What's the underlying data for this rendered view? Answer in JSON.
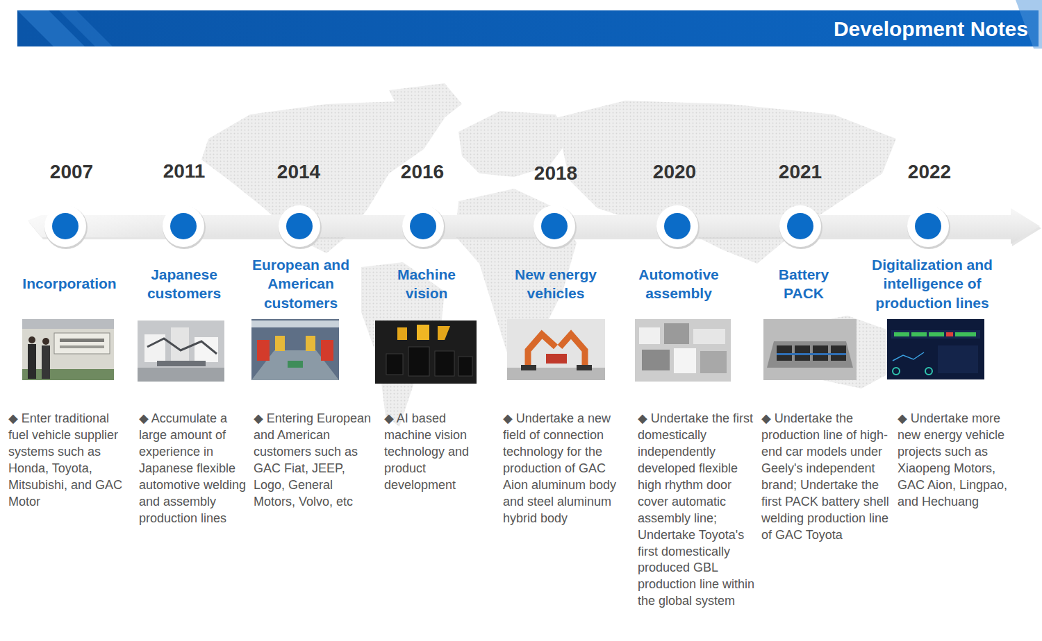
{
  "diagram": {
    "title": "Development Notes",
    "labels": [
      "2007",
      "Incorporation",
      "◆ Enter traditional fuel vehicle supplier systems such as Honda, Toyota, Mitsubishi, and GAC Motor",
      "2011",
      "Japanese customers",
      "◆ Accumulate a large amount of experience in Japanese flexible automotive welding and assembly production lines",
      "2014",
      "European and American customers",
      "◆ Entering European and American customers such as GAC Fiat, JEEP, Logo, General Motors, Volvo, etc",
      "2016",
      "Machine vision",
      "◆ AI based machine vision technology and product development",
      "2018",
      "New energy vehicles",
      "◆ Undertake a new field of connection technology for the production of GAC Aion aluminum body and steel aluminum hybrid body",
      "2020",
      "Automotive assembly",
      "◆ Undertake the first domestically independently developed flexible high rhythm door cover automatic assembly line; Undertake Toyota's first domestically produced GBL production line within the global system",
      "2021",
      "Battery PACK",
      "◆ Undertake the production line of high-end car models under Geely's independent brand; Undertake the first PACK battery shell welding production line of GAC Toyota",
      "2022",
      "Digitalization and intelligence of production lines",
      "◆ Undertake more new energy vehicle projects such as Xiaopeng Motors, GAC Aion, Lingpao, and Hechuang"
    ]
  }
}
